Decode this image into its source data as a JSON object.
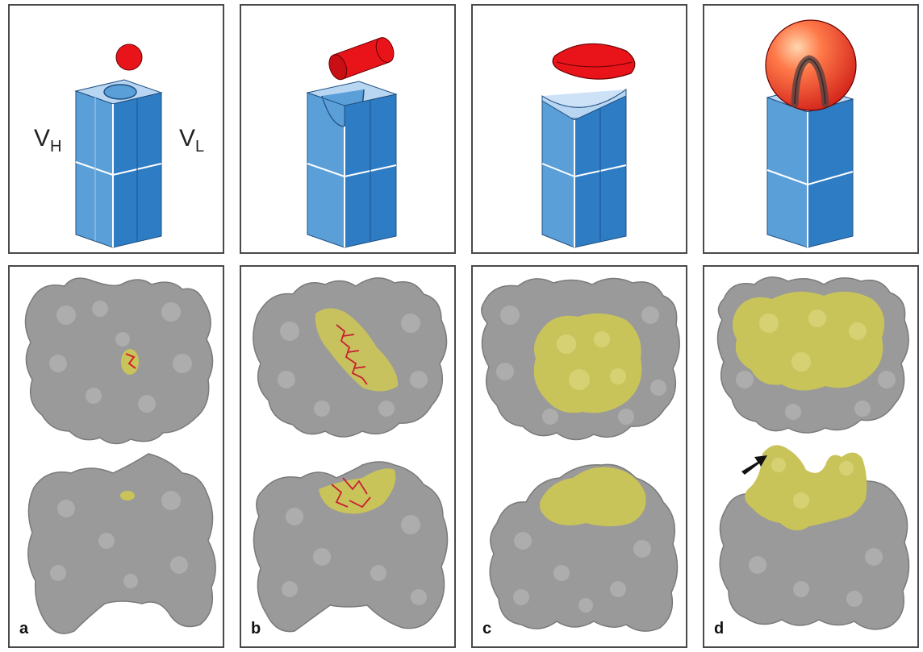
{
  "figure": {
    "labels": {
      "vh_main": "V",
      "vh_sub": "H",
      "vl_main": "V",
      "vl_sub": "L"
    },
    "panels": [
      {
        "letter": "a",
        "binding_site": "pocket",
        "ligand_shape": "small-sphere"
      },
      {
        "letter": "b",
        "binding_site": "groove",
        "ligand_shape": "cylinder"
      },
      {
        "letter": "c",
        "binding_site": "planar-surface",
        "ligand_shape": "flat-disc"
      },
      {
        "letter": "d",
        "binding_site": "protruding-loop",
        "ligand_shape": "large-sphere"
      }
    ],
    "colors": {
      "domain_blue": "#5a9fd8",
      "domain_top": "#b8d6f2",
      "domain_side": "#2d7cc4",
      "ligand_red": "#e8141a",
      "surface_gray": "#9a9a9a",
      "contact_yellow": "#c9c45a",
      "panel_border": "#4a4a4a"
    }
  }
}
